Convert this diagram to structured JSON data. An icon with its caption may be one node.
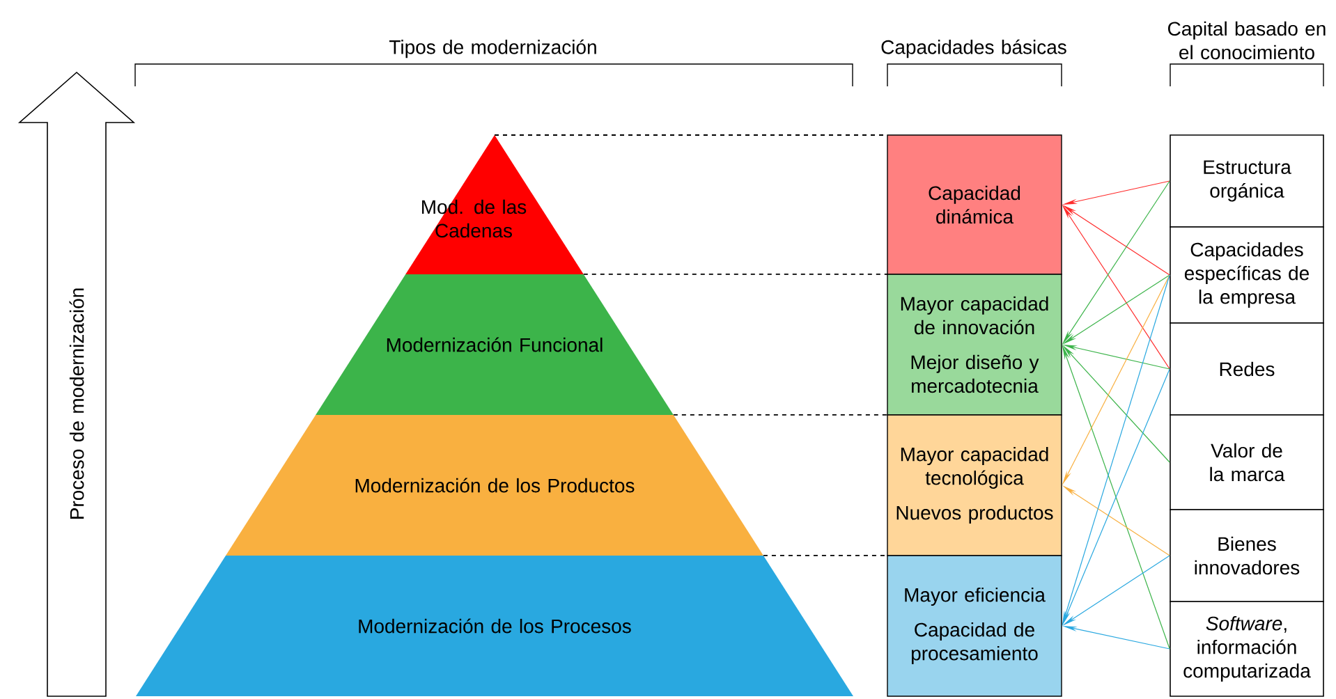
{
  "diagram": {
    "nodes": [
      {
        "text": [
          "Mod. de las Cadenas"
        ]
      },
      {
        "text": [
          "Modernización Funcional"
        ]
      },
      {
        "text": [
          "Modernización de los Productos"
        ]
      },
      {
        "text": [
          "Modernización de los Procesos"
        ]
      },
      {
        "text": [
          "Capacidad dinámica"
        ]
      },
      {
        "text": [
          "Mayor capacidad de innovación",
          "Mejor diseño y mercadotecnia"
        ]
      },
      {
        "text": [
          "Mayor capacidad tecnológica",
          "Nuevos productos"
        ]
      },
      {
        "text": [
          "Mayor eficiencia",
          "Capacidad de procesamiento"
        ]
      },
      {
        "text": [
          "Estructura orgánica"
        ]
      },
      {
        "text": [
          "Capacidades específicas de la empresa"
        ]
      },
      {
        "text": [
          "Redes"
        ]
      },
      {
        "text": [
          "Valor de la marca"
        ]
      },
      {
        "text": [
          "Bienes innovadores"
        ]
      },
      {
        "text": [
          "*Software*, información computarizada"
        ]
      }
    ],
    "edges": [
      {
        "from": 8,
        "to": 4,
        "arrow": "to",
        "color": "#ff2a2a"
      },
      {
        "from": 9,
        "to": 4,
        "arrow": "to",
        "color": "#ff2a2a"
      },
      {
        "from": 10,
        "to": 4,
        "arrow": "to",
        "color": "#ff2a2a"
      },
      {
        "from": 8,
        "to": 5,
        "arrow": "to",
        "color": "#3cb44a"
      },
      {
        "from": 9,
        "to": 5,
        "arrow": "to",
        "color": "#3cb44a"
      },
      {
        "from": 10,
        "to": 5,
        "arrow": "to",
        "color": "#3cb44a"
      },
      {
        "from": 11,
        "to": 5,
        "arrow": "to",
        "color": "#3cb44a"
      },
      {
        "from": 13,
        "to": 5,
        "arrow": "to",
        "color": "#3cb44a"
      },
      {
        "from": 9,
        "to": 6,
        "arrow": "to",
        "color": "#f9b040"
      },
      {
        "from": 12,
        "to": 6,
        "arrow": "to",
        "color": "#f9b040"
      },
      {
        "from": 9,
        "to": 7,
        "arrow": "to",
        "color": "#29a8e0"
      },
      {
        "from": 10,
        "to": 7,
        "arrow": "to",
        "color": "#29a8e0"
      },
      {
        "from": 12,
        "to": 7,
        "arrow": "to",
        "color": "#29a8e0"
      },
      {
        "from": 13,
        "to": 7,
        "arrow": "to",
        "color": "#29a8e0"
      }
    ],
    "labels": [
      "Tipos de modernización",
      "Capacidades básicas",
      "Capital basado en el conocimiento",
      "Proceso de modernización"
    ]
  }
}
